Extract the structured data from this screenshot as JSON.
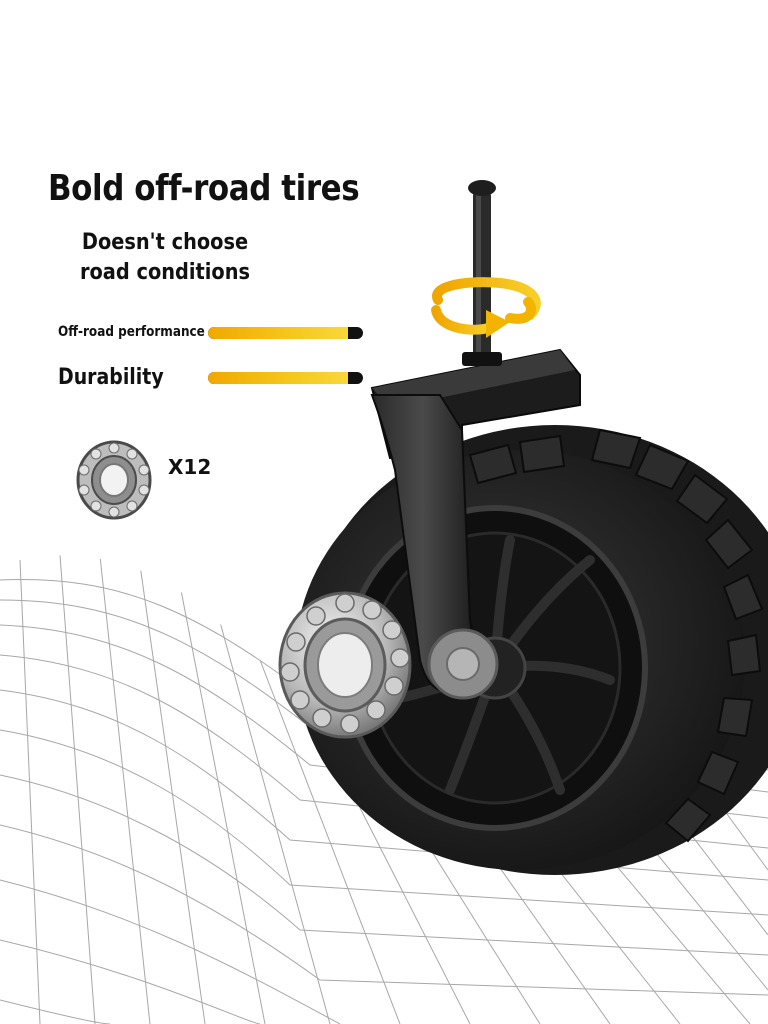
{
  "headline": "Bold off-road tires",
  "subtitle": "Doesn't choose road conditions",
  "metrics": [
    {
      "label": "Off-road performance",
      "level": 0.9
    },
    {
      "label": "Durability",
      "level": 0.9
    }
  ],
  "bearing": {
    "icon": "ball-bearing-icon",
    "count": "X12"
  },
  "colors": {
    "accent": "#f5b800",
    "tire": "#1b1b1b",
    "ink": "#111111"
  }
}
